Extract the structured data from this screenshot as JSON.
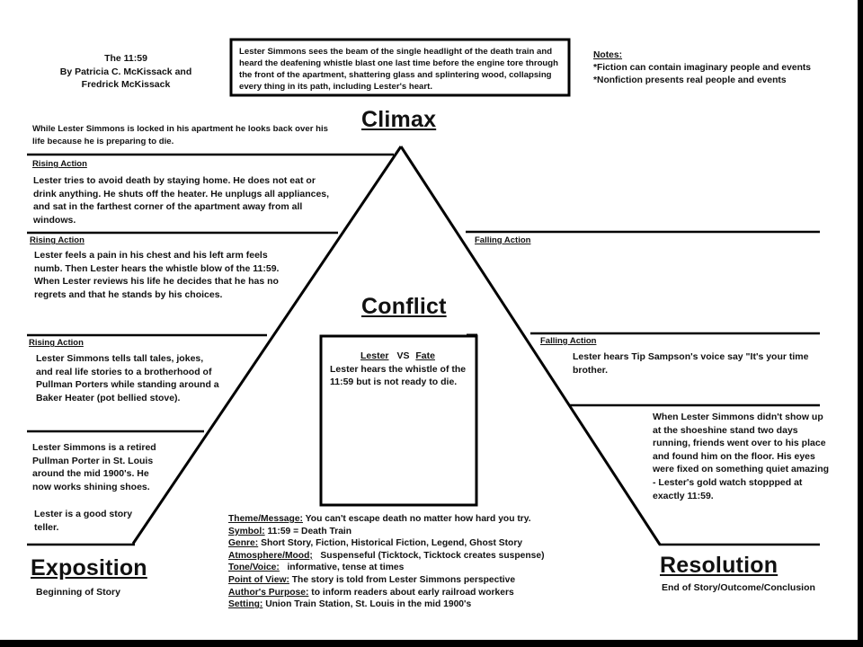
{
  "title_block": {
    "title": "The 11:59",
    "author_line1": "By Patricia C. McKissack and",
    "author_line2": "Fredrick McKissack"
  },
  "climax_box": "Lester Simmons sees the beam of the single headlight of the death train and heard the deafening whistle blast one last time before the engine tore through the front of the apartment, shattering glass and splintering wood, collapsing every thing in its path, including Lester's heart.",
  "notes": {
    "heading": "Notes:",
    "line1": "*Fiction can contain imaginary people and events",
    "line2": "*Nonfiction presents real people and events"
  },
  "headings": {
    "climax": "Climax",
    "conflict": "Conflict",
    "exposition": "Exposition",
    "resolution": "Resolution"
  },
  "exposition_sub": "Beginning of Story",
  "resolution_sub": "End of Story/Outcome/Conclusion",
  "climax_lead": "While Lester Simmons is locked in his apartment he looks back over his life because he is preparing to die.",
  "rising_actions": [
    {
      "label": "Rising Action",
      "text": "Lester tries to avoid death by staying home. He does not eat or drink anything. He shuts off the heater. He unplugs all appliances, and sat in the farthest corner of the apartment away from all windows."
    },
    {
      "label": "Rising Action",
      "text": "Lester feels a pain in his chest and his left arm feels numb. Then Lester hears the whistle blow of the 11:59. When Lester reviews his life he decides that he has no regrets and that he stands by his choices."
    },
    {
      "label": "Rising Action",
      "text": "Lester Simmons tells tall tales, jokes, and real life stories to a brotherhood of Pullman Porters while standing around a Baker Heater (pot bellied stove)."
    }
  ],
  "exposition_text": {
    "p1": "Lester Simmons is a retired Pullman Porter in St. Louis around the mid 1900's. He now works shining shoes.",
    "p2": "Lester is a good story teller."
  },
  "falling_actions": [
    {
      "label": "Falling Action",
      "text": ""
    },
    {
      "label": "Falling Action",
      "text": "Lester hears Tip Sampson's voice say \"It's your time brother."
    }
  ],
  "resolution_text": "When Lester Simmons didn't show up at the shoeshine stand two days running, friends went over to his place and found him on the floor. His eyes were fixed on something quiet amazing - Lester's gold watch stoppped at exactly 11:59.",
  "conflict_box": {
    "left": "Lester",
    "vs": "VS",
    "right": "Fate",
    "text": "Lester hears the whistle of the 11:59 but is not ready to die."
  },
  "story_elements": [
    {
      "label": "Theme/Message:",
      "value": "You can't escape death no matter how hard you try."
    },
    {
      "label": "Symbol:",
      "value": "11:59 = Death Train"
    },
    {
      "label": "Genre:",
      "value": "Short Story, Fiction, Historical Fiction, Legend, Ghost Story"
    },
    {
      "label": "Atmosphere/Mood;",
      "value": "Suspenseful (Ticktock, Ticktock creates suspense)"
    },
    {
      "label": "Tone/Voice:",
      "value": "informative, tense at times"
    },
    {
      "label": "Point of View:",
      "value": "The story is told from Lester Simmons perspective"
    },
    {
      "label": "Author's Purpose:",
      "value": "to inform readers about early railroad workers"
    },
    {
      "label": "Setting:",
      "value": "Union Train Station, St. Louis in the mid 1900's"
    }
  ]
}
